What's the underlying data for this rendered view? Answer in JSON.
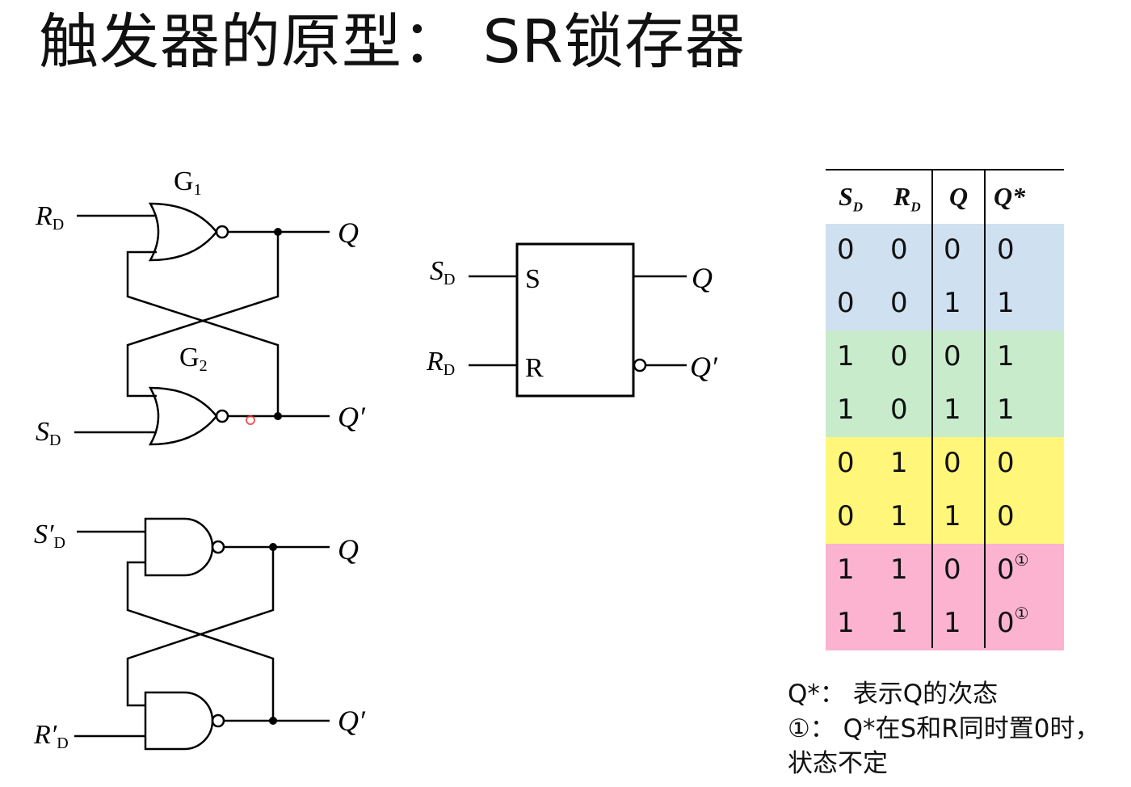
{
  "title": "触发器的原型： SR锁存器",
  "nor_circuit": {
    "gate1_label": "G",
    "gate1_sub": "1",
    "gate2_label": "G",
    "gate2_sub": "2",
    "in_top": "R",
    "in_top_sub": "D",
    "in_bottom": "S",
    "in_bottom_sub": "D",
    "out_top": "Q",
    "out_bottom": "Q′"
  },
  "nand_circuit": {
    "in_top": "S′",
    "in_top_sub": "D",
    "in_bottom": "R′",
    "in_bottom_sub": "D",
    "out_top": "Q",
    "out_bottom": "Q′"
  },
  "symbol": {
    "in_top": "S",
    "in_top_sub": "D",
    "in_bottom": "R",
    "in_bottom_sub": "D",
    "pin_s": "S",
    "pin_r": "R",
    "out_top": "Q",
    "out_bottom": "Q′"
  },
  "table": {
    "headers": [
      {
        "main": "S",
        "sub": "D"
      },
      {
        "main": "R",
        "sub": "D"
      },
      {
        "main": "Q",
        "sub": ""
      },
      {
        "main": "Q*",
        "sub": ""
      }
    ],
    "rows": [
      {
        "sd": "0",
        "rd": "0",
        "q": "0",
        "qn": "0",
        "mark": ""
      },
      {
        "sd": "0",
        "rd": "0",
        "q": "1",
        "qn": "1",
        "mark": ""
      },
      {
        "sd": "1",
        "rd": "0",
        "q": "0",
        "qn": "1",
        "mark": ""
      },
      {
        "sd": "1",
        "rd": "0",
        "q": "1",
        "qn": "1",
        "mark": ""
      },
      {
        "sd": "0",
        "rd": "1",
        "q": "0",
        "qn": "0",
        "mark": ""
      },
      {
        "sd": "0",
        "rd": "1",
        "q": "1",
        "qn": "0",
        "mark": ""
      },
      {
        "sd": "1",
        "rd": "1",
        "q": "0",
        "qn": "0",
        "mark": "①"
      },
      {
        "sd": "1",
        "rd": "1",
        "q": "1",
        "qn": "0",
        "mark": "①"
      }
    ],
    "group_colors": [
      "#cfe0f1",
      "#c8eccb",
      "#fff67a",
      "#fbb3cf"
    ]
  },
  "notes": {
    "line1": "Q*：  表示Q的次态",
    "line2": "①：  Q*在S和R同时置0时，",
    "line3": "状态不定"
  }
}
